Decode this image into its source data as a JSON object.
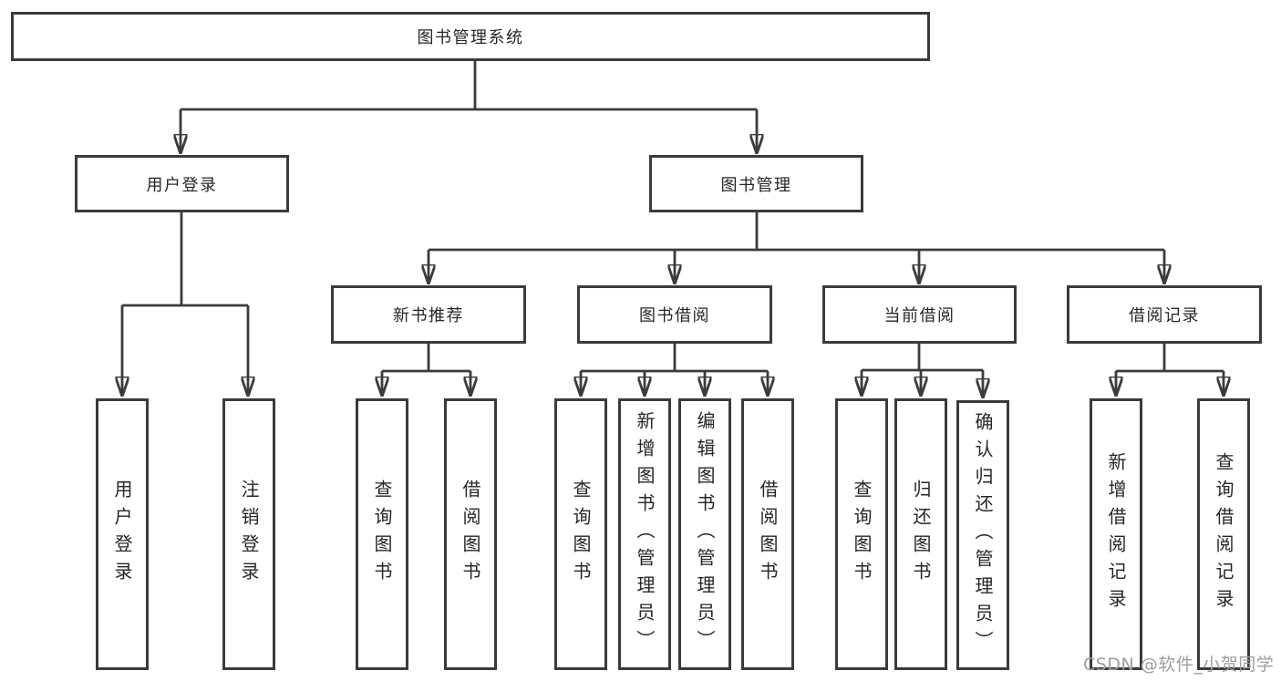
{
  "nodes": {
    "root": "图书管理系统",
    "user_login": "用户登录",
    "book_mgmt": "图书管理",
    "new_book": "新书推荐",
    "book_borrow": "图书借阅",
    "current_borrow": "当前借阅",
    "borrow_record": "借阅记录",
    "ul_login": "用户登录",
    "ul_logout": "注销登录",
    "nb_query": "查询图书",
    "nb_borrow": "借阅图书",
    "bw_query": "查询图书",
    "bw_add": "新增图书（管理员）",
    "bw_edit": "编辑图书（管理员）",
    "bw_borrow": "借阅图书",
    "cb_query": "查询图书",
    "cb_return": "归还图书",
    "cb_confirm": "确认归还（管理员）",
    "rc_add": "新增借阅记录",
    "rc_query": "查询借阅记录"
  },
  "watermark": "CSDN @软件_小贺同学",
  "colors": {
    "line": "#3b3b3b",
    "box_border": "#3b3b3b",
    "box_fill": "#ffffff",
    "text": "#262626",
    "watermark": "#9e9e9e",
    "background": "#ffffff"
  }
}
